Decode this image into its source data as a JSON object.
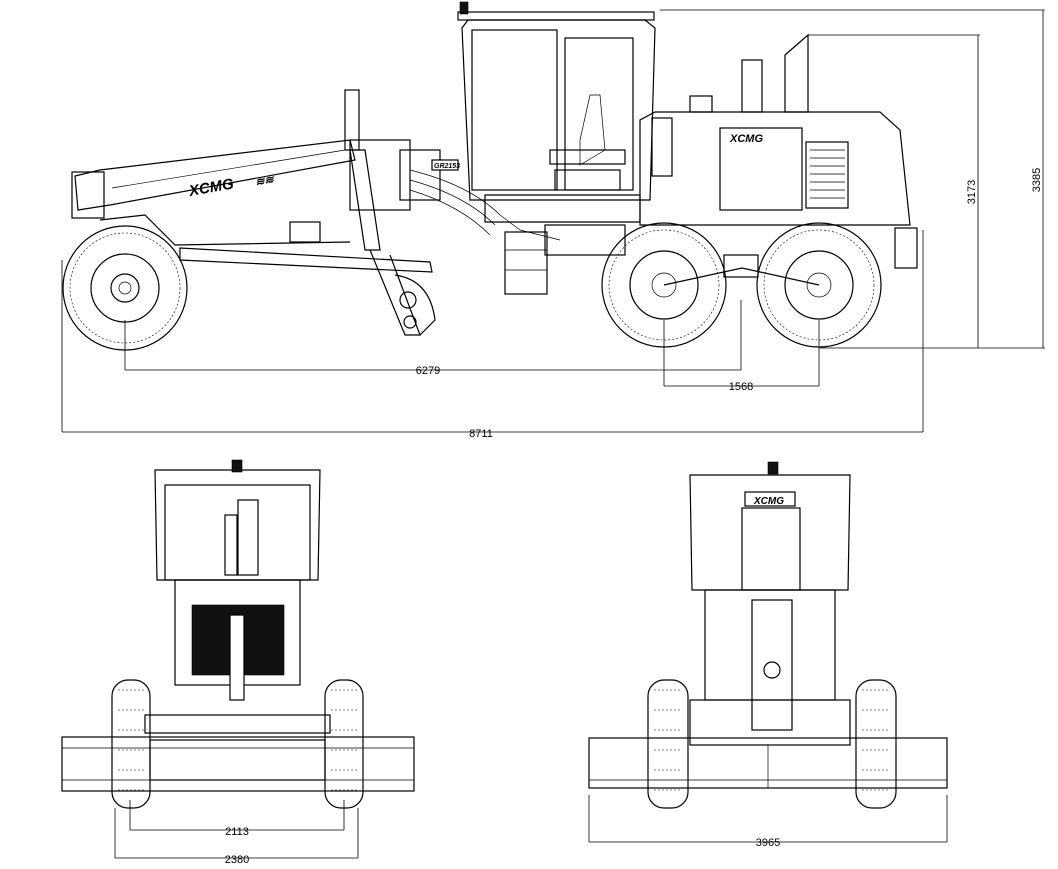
{
  "brand": {
    "logo_text": "XCMG"
  },
  "side_view": {
    "model_label": "GR2153",
    "dimensions": {
      "overall_length": "8711",
      "front_to_tandem_center": "6279",
      "tandem_spacing": "1568",
      "cab_height": "3173",
      "overall_height": "3385"
    }
  },
  "front_view": {
    "dimensions": {
      "track_width": "2113",
      "overall_width": "2380"
    }
  },
  "rear_view": {
    "dimensions": {
      "blade_width": "3965"
    }
  }
}
